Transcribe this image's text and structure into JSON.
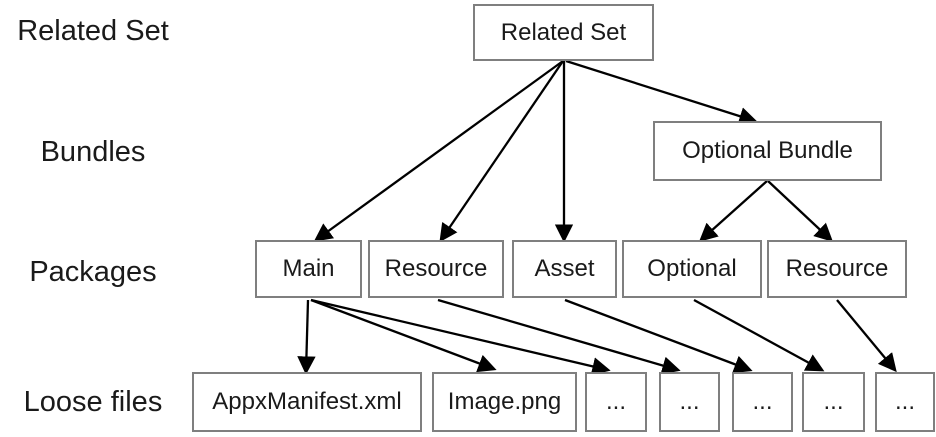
{
  "diagram": {
    "row_labels": [
      "Related Set",
      "Bundles",
      "Packages",
      "Loose files"
    ],
    "nodes": {
      "related_set": "Related Set",
      "optional_bundle": "Optional Bundle",
      "main_package": "Main",
      "resource_package": "Resource",
      "asset_package": "Asset",
      "optional_package": "Optional",
      "resource_package_2": "Resource",
      "appx_manifest": "AppxManifest.xml",
      "image_png": "Image.png",
      "loose_file_1": "...",
      "loose_file_2": "...",
      "loose_file_3": "...",
      "loose_file_4": "...",
      "loose_file_5": "..."
    },
    "edges": [
      {
        "from": "related_set",
        "to": "main_package"
      },
      {
        "from": "related_set",
        "to": "resource_package"
      },
      {
        "from": "related_set",
        "to": "asset_package"
      },
      {
        "from": "related_set",
        "to": "optional_bundle"
      },
      {
        "from": "optional_bundle",
        "to": "optional_package"
      },
      {
        "from": "optional_bundle",
        "to": "resource_package_2"
      },
      {
        "from": "main_package",
        "to": "appx_manifest"
      },
      {
        "from": "main_package",
        "to": "image_png"
      },
      {
        "from": "main_package",
        "to": "loose_file_1"
      },
      {
        "from": "resource_package",
        "to": "loose_file_2"
      },
      {
        "from": "asset_package",
        "to": "loose_file_3"
      },
      {
        "from": "optional_package",
        "to": "loose_file_4"
      },
      {
        "from": "resource_package_2",
        "to": "loose_file_5"
      }
    ],
    "colors": {
      "background": "#ffffff",
      "box_border": "#7f7f7f",
      "arrow": "#000000",
      "text": "#1a1a1a"
    }
  }
}
